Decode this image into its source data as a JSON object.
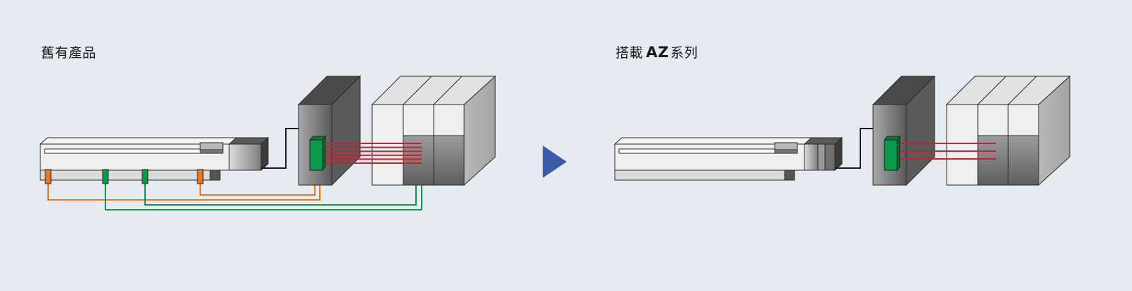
{
  "before": {
    "title": "舊有產品"
  },
  "after": {
    "title_prefix": "搭載",
    "title_brand": "AZ",
    "title_suffix": "系列"
  },
  "colors": {
    "background": "#e6eaf1",
    "arrow": "#3a5ca8",
    "io_wire": "#c8202e",
    "sensor_orange": "#e8781e",
    "sensor_green": "#0b9a4b",
    "module_green": "#0b9a4b"
  },
  "legacy_sensor_types": [
    "orange",
    "green",
    "green",
    "orange"
  ],
  "legacy_io_lines": 6,
  "az_io_lines": 3
}
